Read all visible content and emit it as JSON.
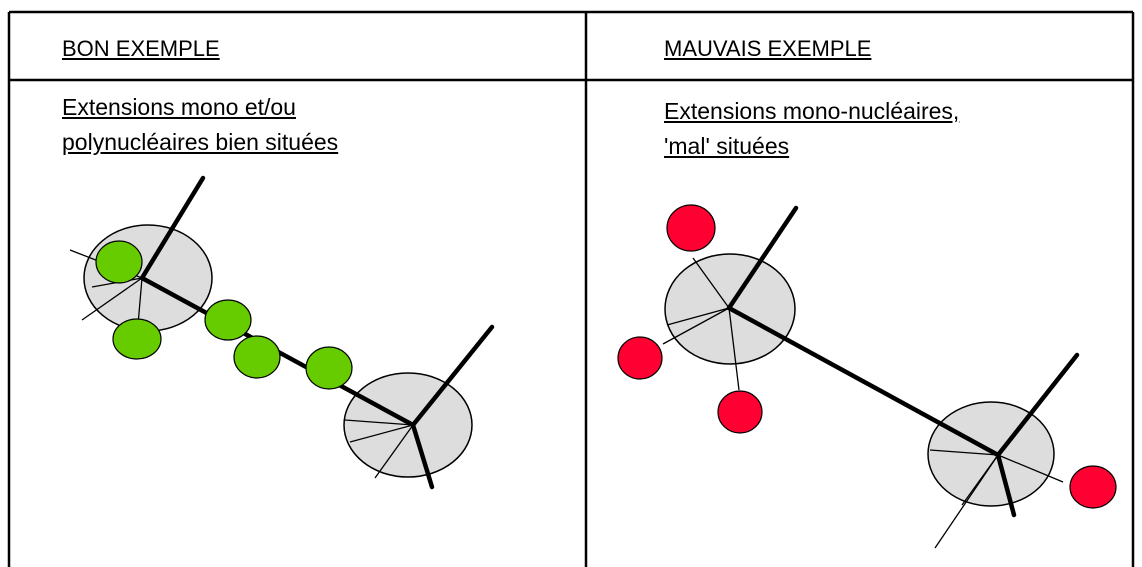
{
  "left_panel": {
    "header": "BON EXEMPLE",
    "description_lines": [
      "Extensions mono et/ou",
      "polynucléaires bien situées"
    ],
    "extension_color": "#66cc00"
  },
  "right_panel": {
    "header": "MAUVAIS EXEMPLE",
    "description_lines": [
      "Extensions mono-nucléaires,",
      "'mal' situées"
    ],
    "extension_color": "#ff0033"
  },
  "colors": {
    "border": "#000000",
    "node_fill": "#dddddd",
    "good_extension": "#66cc00",
    "bad_extension": "#ff0033"
  }
}
